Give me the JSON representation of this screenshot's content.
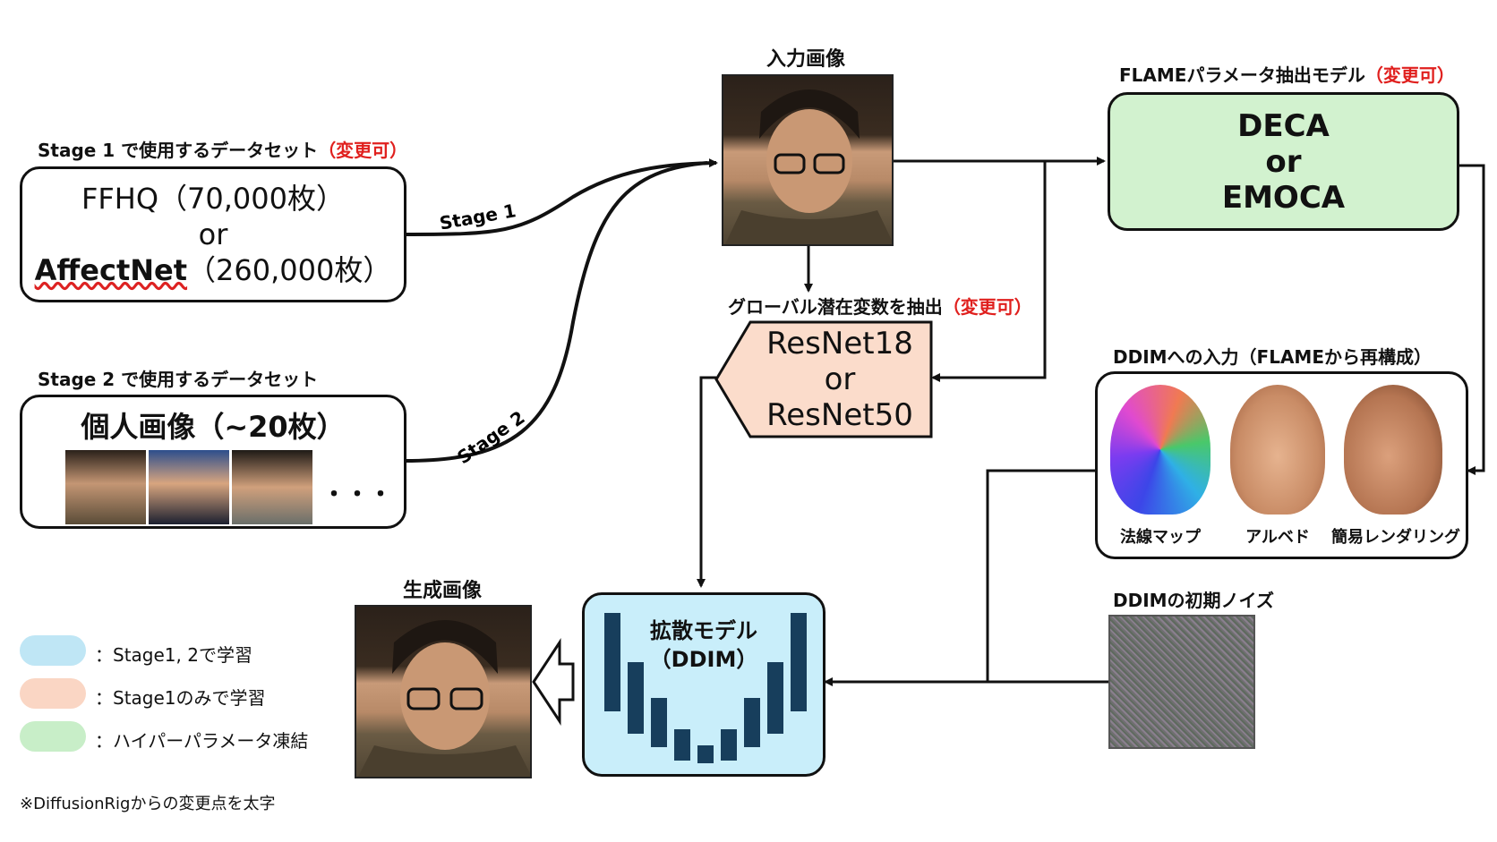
{
  "input_image": {
    "title": "入力画像"
  },
  "flame_model": {
    "title": "FLAMEパラメータ抽出モデル",
    "modifiable": "（変更可）",
    "line1": "DECA",
    "line2": "or",
    "line3": "EMOCA"
  },
  "stage1_dataset": {
    "title": "Stage 1 で使用するデータセット",
    "modifiable": "（変更可）",
    "line1": "FFHQ（70,000枚）",
    "line2": "or",
    "line3_bold": "AffectNet",
    "line3_rest": "（260,000枚）"
  },
  "stage2_dataset": {
    "title": "Stage 2 で使用するデータセット",
    "heading": "個人画像（~20枚）",
    "ellipsis": "・・・"
  },
  "arrows": {
    "stage1": "Stage 1",
    "stage2": "Stage 2"
  },
  "global_latent": {
    "title": "グローバル潜在変数を抽出",
    "modifiable": "（変更可）",
    "line1": "ResNet18",
    "line2": "or",
    "line3": "ResNet50"
  },
  "ddim_input": {
    "title": "DDIMへの入力（FLAMEから再構成）",
    "items": [
      "法線マップ",
      "アルベド",
      "簡易レンダリング"
    ]
  },
  "ddim_noise": {
    "title": "DDIMの初期ノイズ"
  },
  "diffusion": {
    "line1": "拡散モデル",
    "line2": "（DDIM）"
  },
  "output_image": {
    "title": "生成画像"
  },
  "legend": [
    {
      "color": "#bfe6f5",
      "label": "：Stage1, 2で学習"
    },
    {
      "color": "#fad6c4",
      "label": "：Stage1のみで学習"
    },
    {
      "color": "#c8eec8",
      "label": "：ハイパーパラメータ凍結"
    }
  ],
  "footnote": "※DiffusionRigからの変更点を太字",
  "colors": {
    "flame": "#d2f2cf",
    "resnet": "#fbdccb",
    "ddim": "#c9eefa",
    "accent_red": "#e0201e"
  }
}
